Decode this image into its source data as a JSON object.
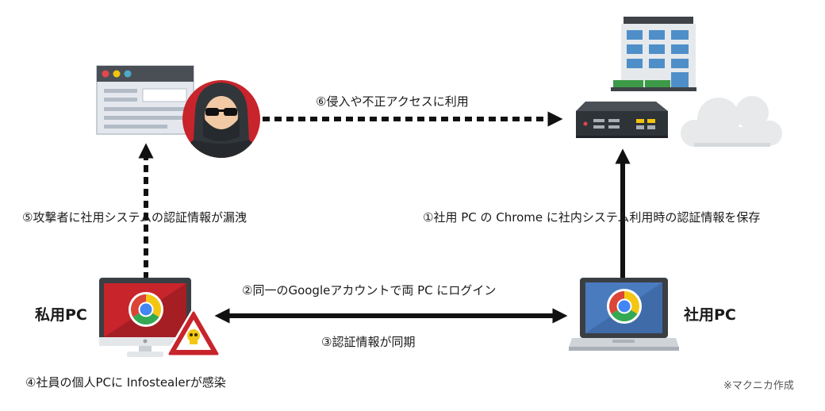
{
  "labels": {
    "step1": "①社用 PC の Chrome に社内システム利用時の認証情報を保存",
    "step2": "②同一のGoogleアカウントで両 PC にログイン",
    "step3": "③認証情報が同期",
    "step4": "④社員の個人PCに Infostealerが感染",
    "step5": "⑤攻撃者に社用システムの認証情報が漏洩",
    "step6": "⑥侵入や不正アクセスに利用",
    "personal_pc": "私用PC",
    "company_pc": "社用PC",
    "credit": "※マクニカ作成"
  },
  "icons": {
    "browser": "browser-window-icon",
    "hacker": "hacker-icon",
    "building": "office-building-icon",
    "server": "server-icon",
    "cloud": "cloud-icon",
    "monitor": "desktop-monitor-icon",
    "chrome": "chrome-logo-icon",
    "warning": "warning-skull-icon",
    "laptop": "laptop-icon"
  },
  "colors": {
    "red": "#c8242b",
    "dark_red": "#a41e24",
    "monitor_bezel": "#3a3f44",
    "laptop_screen": "#4a7bbf",
    "building_blue": "#4f8fc9",
    "server_body": "#2e3338",
    "cloud": "#e7e9eb",
    "arrow": "#111111"
  }
}
